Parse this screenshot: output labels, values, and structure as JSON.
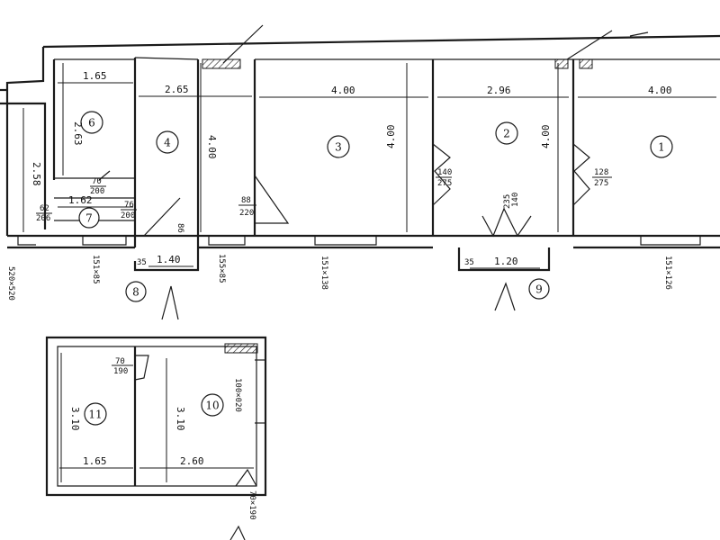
{
  "rooms": [
    {
      "id": "1",
      "label": "1"
    },
    {
      "id": "2",
      "label": "2"
    },
    {
      "id": "3",
      "label": "3"
    },
    {
      "id": "4",
      "label": "4"
    },
    {
      "id": "6",
      "label": "6"
    },
    {
      "id": "7",
      "label": "7"
    },
    {
      "id": "8",
      "label": "8"
    },
    {
      "id": "9",
      "label": "9"
    },
    {
      "id": "10",
      "label": "10"
    },
    {
      "id": "11",
      "label": "11"
    }
  ],
  "dimensions": {
    "r6_width": "1.65",
    "r4_width": "2.65",
    "r3_width": "4.00",
    "r2_width": "2.96",
    "r1_width": "4.00",
    "r3_height": "4.00",
    "r4_height": "4.00",
    "r2_height": "4.00",
    "r6_height": "2.63",
    "left_height": "2.58",
    "r7_width": "1.62",
    "r8_width": "1.40",
    "r9_width": "1.20",
    "r11_height": "3.10",
    "r10_height": "3.10",
    "r11_width": "1.65",
    "r10_width": "2.60"
  },
  "openings": {
    "d_r3_top": "140",
    "d_r3_bot": "275",
    "d_r1_top": "128",
    "d_r1_bot": "275",
    "d_r4_top": "88",
    "d_r4_bot": "220",
    "d_r7a_top": "62",
    "d_r7a_bot": "206",
    "d_r7b_top": "76",
    "d_r7b_bot": "200",
    "d_r6_top": "70",
    "d_r6_bot": "200",
    "d_r9_top": "140",
    "d_r9_bot": "235",
    "d_r8": "86",
    "d_r10_top": "70",
    "d_r10_bot": "190",
    "d_r10_ext": "70×190",
    "w_r3": "151×138",
    "w_r1": "151×126",
    "w_r4": "155×85",
    "w_r7": "151×85",
    "w_r10": "100×020",
    "left_window": "520×520",
    "sill_r8": "35",
    "sill_r9": "35"
  }
}
